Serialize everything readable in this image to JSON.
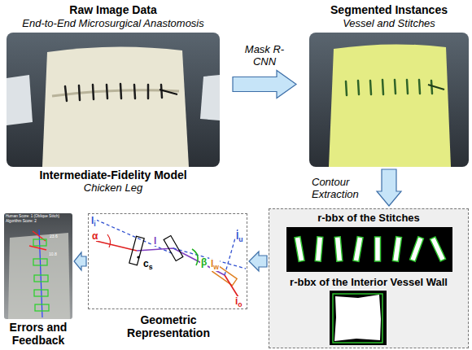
{
  "diagram": {
    "nodes": [
      {
        "text": [
          "Raw Image Data",
          "End-to-End Microsurgical Anastomosis",
          "Intermediate-Fidelity Model",
          "Chicken Leg"
        ]
      },
      {
        "text": [
          "Segmented Instances",
          "Vessel and Stitches"
        ]
      },
      {
        "text": [
          "r-bbx of the Stitches",
          "r-bbx of the Interior Vessel Wall"
        ]
      },
      {
        "text": [
          "Geometric Representation"
        ]
      },
      {
        "text": [
          "Errors and Feedback"
        ]
      }
    ],
    "edges": [
      {
        "from": 0,
        "to": 1,
        "arrow": "to",
        "label": "Mask R-CNN"
      },
      {
        "from": 1,
        "to": 2,
        "arrow": "to",
        "label": "Contour Extraction"
      },
      {
        "from": 2,
        "to": 3,
        "arrow": "to"
      },
      {
        "from": 3,
        "to": 4,
        "arrow": "to"
      }
    ],
    "labels": [
      "Human Score: 1 (Oblique Stitch)",
      "Algorithm Score: 2",
      "23.6",
      "10.8",
      "li",
      "α",
      "cs",
      "l",
      "β",
      "lu",
      "lw",
      "io"
    ]
  }
}
